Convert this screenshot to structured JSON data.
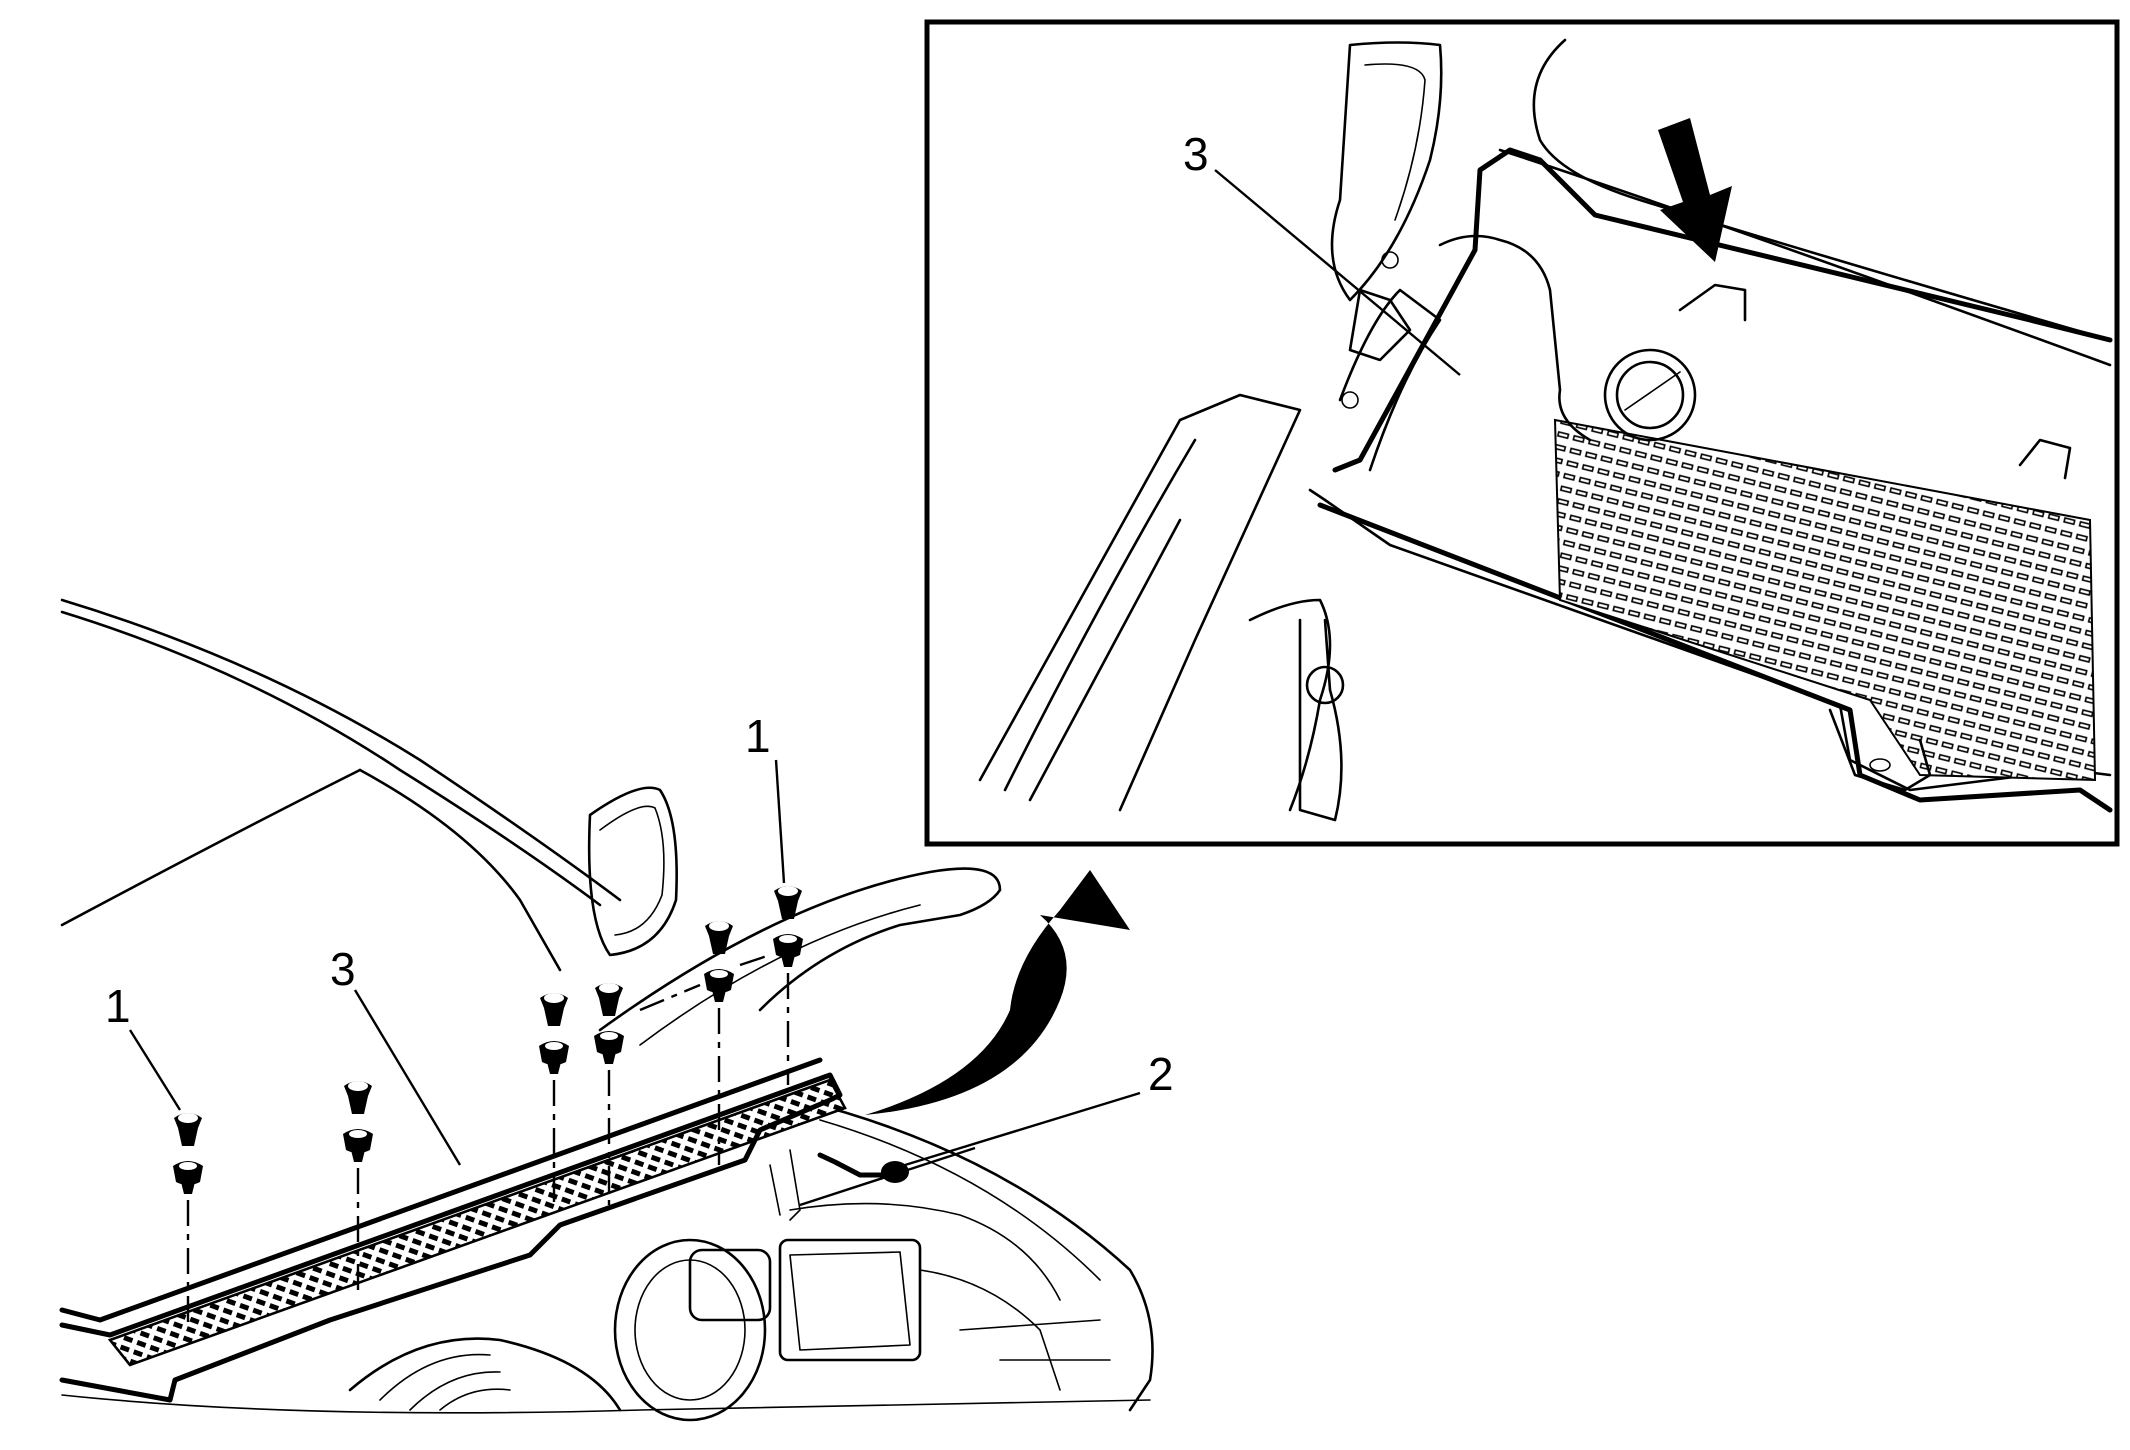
{
  "callouts": {
    "fastener_left": "1",
    "fastener_right": "1",
    "hose": "2",
    "panel_main": "3",
    "panel_detail": "3"
  }
}
